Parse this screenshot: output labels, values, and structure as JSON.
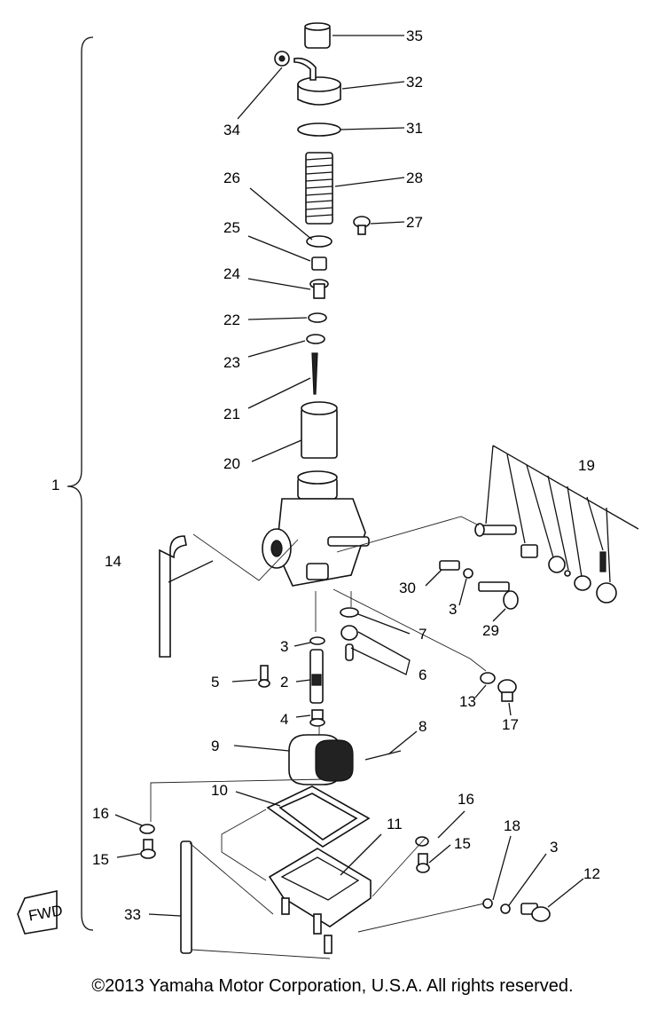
{
  "footer": {
    "copyright": "©2013 Yamaha Motor Corporation, U.S.A. All rights reserved."
  },
  "fwd_marker": "FWD",
  "callouts": [
    {
      "id": "p35",
      "text": "35"
    },
    {
      "id": "p32",
      "text": "32"
    },
    {
      "id": "p34",
      "text": "34"
    },
    {
      "id": "p31",
      "text": "31"
    },
    {
      "id": "p28",
      "text": "28"
    },
    {
      "id": "p26",
      "text": "26"
    },
    {
      "id": "p27",
      "text": "27"
    },
    {
      "id": "p25",
      "text": "25"
    },
    {
      "id": "p24",
      "text": "24"
    },
    {
      "id": "p22",
      "text": "22"
    },
    {
      "id": "p23",
      "text": "23"
    },
    {
      "id": "p21",
      "text": "21"
    },
    {
      "id": "p20",
      "text": "20"
    },
    {
      "id": "p19",
      "text": "19"
    },
    {
      "id": "p1",
      "text": "1"
    },
    {
      "id": "p14",
      "text": "14"
    },
    {
      "id": "p30",
      "text": "30"
    },
    {
      "id": "p3a",
      "text": "3"
    },
    {
      "id": "p29",
      "text": "29"
    },
    {
      "id": "p7",
      "text": "7"
    },
    {
      "id": "p3b",
      "text": "3"
    },
    {
      "id": "p6",
      "text": "6"
    },
    {
      "id": "p5",
      "text": "5"
    },
    {
      "id": "p2",
      "text": "2"
    },
    {
      "id": "p13",
      "text": "13"
    },
    {
      "id": "p17",
      "text": "17"
    },
    {
      "id": "p4",
      "text": "4"
    },
    {
      "id": "p8",
      "text": "8"
    },
    {
      "id": "p9",
      "text": "9"
    },
    {
      "id": "p10",
      "text": "10"
    },
    {
      "id": "p16a",
      "text": "16"
    },
    {
      "id": "p11",
      "text": "11"
    },
    {
      "id": "p16b",
      "text": "16"
    },
    {
      "id": "p18",
      "text": "18"
    },
    {
      "id": "p3c",
      "text": "3"
    },
    {
      "id": "p15a",
      "text": "15"
    },
    {
      "id": "p15b",
      "text": "15"
    },
    {
      "id": "p12",
      "text": "12"
    },
    {
      "id": "p33",
      "text": "33"
    }
  ]
}
